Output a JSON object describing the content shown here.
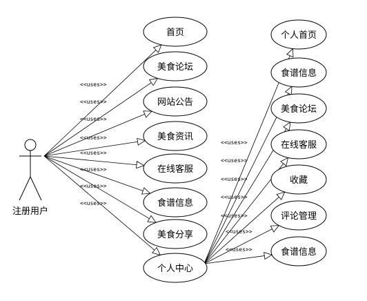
{
  "actor": {
    "name": "注册用户"
  },
  "stereotype": "<<uses>>",
  "primary_use_cases": [
    {
      "id": "home",
      "label": "首页"
    },
    {
      "id": "food-forum",
      "label": "美食论坛"
    },
    {
      "id": "site-notice",
      "label": "网站公告"
    },
    {
      "id": "food-news",
      "label": "美食资讯"
    },
    {
      "id": "online-service",
      "label": "在线客服"
    },
    {
      "id": "recipe-info",
      "label": "食谱信息"
    },
    {
      "id": "food-share",
      "label": "美食分享"
    },
    {
      "id": "personal-center",
      "label": "个人中心"
    }
  ],
  "center_use_cases": [
    {
      "id": "personal-home",
      "label": "个人首页"
    },
    {
      "id": "center-recipe-info",
      "label": "食谱信息"
    },
    {
      "id": "center-food-forum",
      "label": "美食论坛"
    },
    {
      "id": "center-online-service",
      "label": "在线客服"
    },
    {
      "id": "favorites",
      "label": "收藏"
    },
    {
      "id": "comment-manage",
      "label": "评论管理"
    },
    {
      "id": "center-recipe-info-2",
      "label": "食谱信息"
    }
  ]
}
